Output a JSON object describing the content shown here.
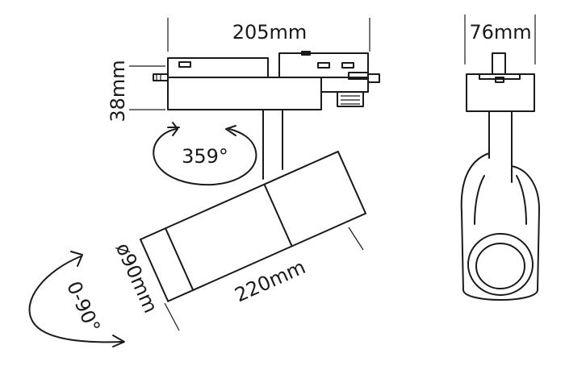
{
  "dimensions": {
    "width_top": "205mm",
    "height_adapter": "38mm",
    "width_side": "76mm",
    "rotation": "359°",
    "diameter": "ø90mm",
    "length": "220mm",
    "tilt": "0-90°"
  }
}
